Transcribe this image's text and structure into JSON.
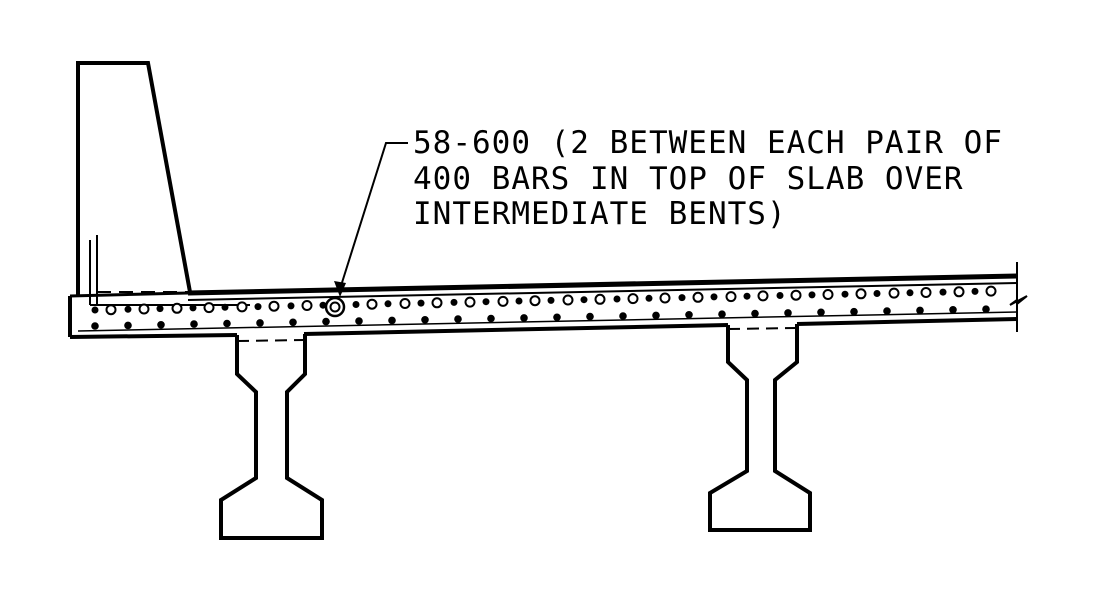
{
  "annotation": {
    "lines": [
      "58-600 (2 BETWEEN EACH PAIR OF",
      "400 BARS IN TOP OF SLAB OVER",
      "INTERMEDIATE BENTS)"
    ]
  },
  "colors": {
    "ink": "#000000",
    "background": "#ffffff"
  }
}
